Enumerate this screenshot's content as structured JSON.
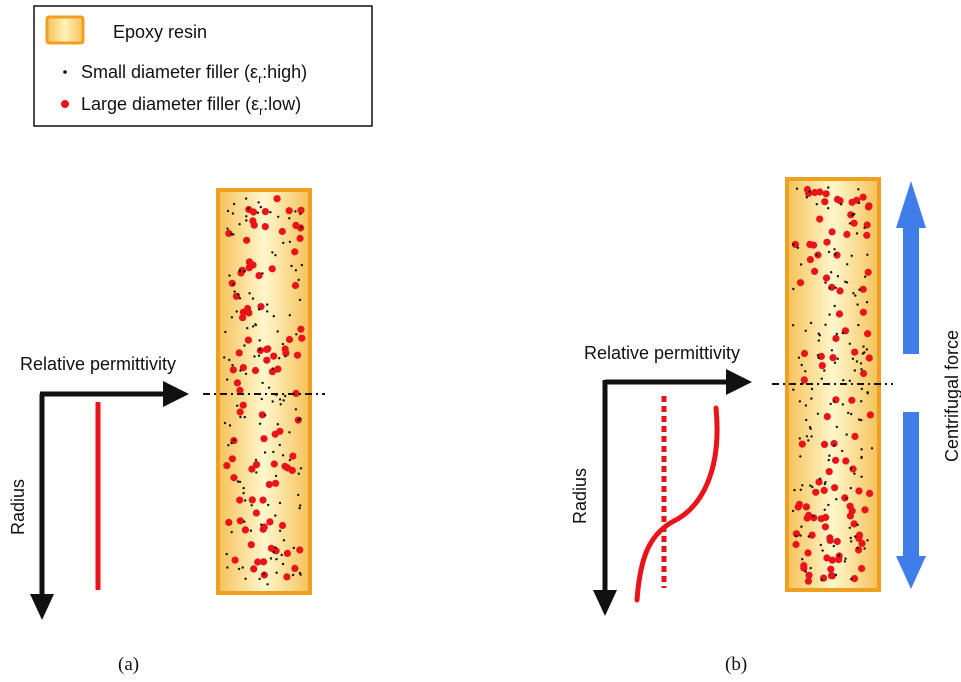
{
  "legend": {
    "epoxy_label": "Epoxy resin",
    "small_prefix": "Small diameter filler (ε",
    "small_sub": "r",
    "small_suffix": ":high)",
    "large_prefix": "Large diameter filler (ε",
    "large_sub": "r",
    "large_suffix": ":low)"
  },
  "panel_a": {
    "x_axis_label": "Relative permittivity",
    "y_axis_label": "Radius",
    "caption": "(a)"
  },
  "panel_b": {
    "x_axis_label": "Relative permittivity",
    "y_axis_label": "Radius",
    "force_label": "Centrifugal force",
    "caption": "(b)"
  },
  "colors": {
    "resin_border": "#f0a020",
    "resin_center": "#fff6c8",
    "resin_edge": "#f7c45a",
    "large_filler": "#e8141a",
    "small_filler": "#111111",
    "force_arrow": "#3f7ee8",
    "curve": "#e8141a"
  }
}
